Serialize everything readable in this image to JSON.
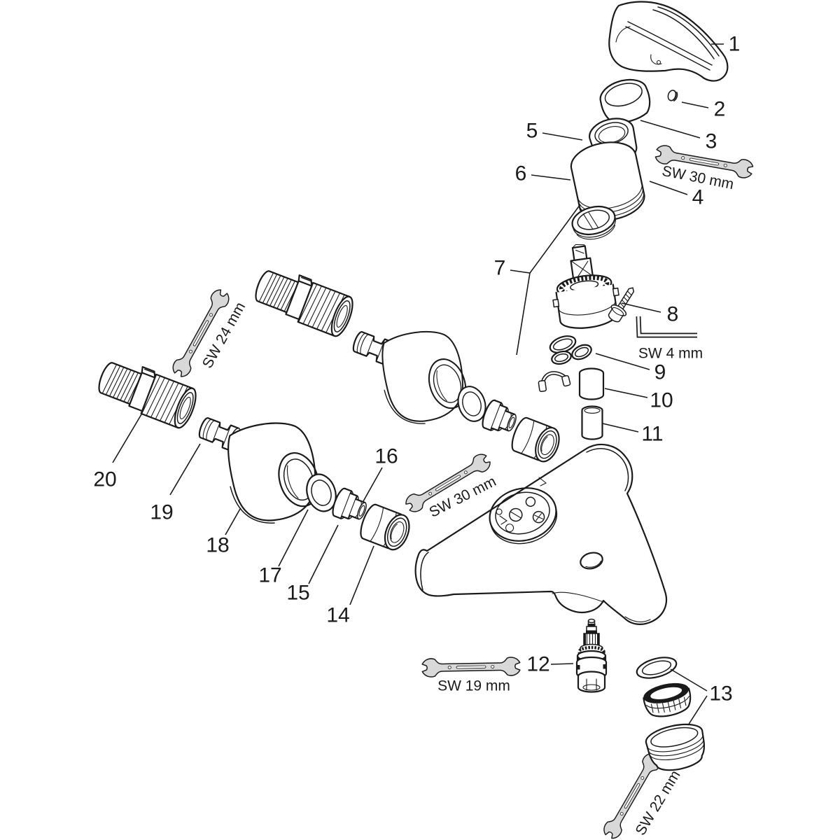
{
  "colors": {
    "background": "#ffffff",
    "line": "#1a1a1a",
    "tool_fill": "#d8d8d8"
  },
  "parts": {
    "p1": "1",
    "p2": "2",
    "p3": "3",
    "p4": "4",
    "p5": "5",
    "p6": "6",
    "p7": "7",
    "p8": "8",
    "p9": "9",
    "p10": "10",
    "p11": "11",
    "p12": "12",
    "p13": "13",
    "p14": "14",
    "p15": "15",
    "p16": "16",
    "p17": "17",
    "p18": "18",
    "p19": "19",
    "p20": "20"
  },
  "tools": {
    "wrench_top": "SW 30 mm",
    "allen_key": "SW 4 mm",
    "wrench_left": "SW 24 mm",
    "wrench_middle": "SW 30 mm",
    "wrench_bottom": "SW 19 mm",
    "wrench_aerator": "SW 22 mm"
  }
}
